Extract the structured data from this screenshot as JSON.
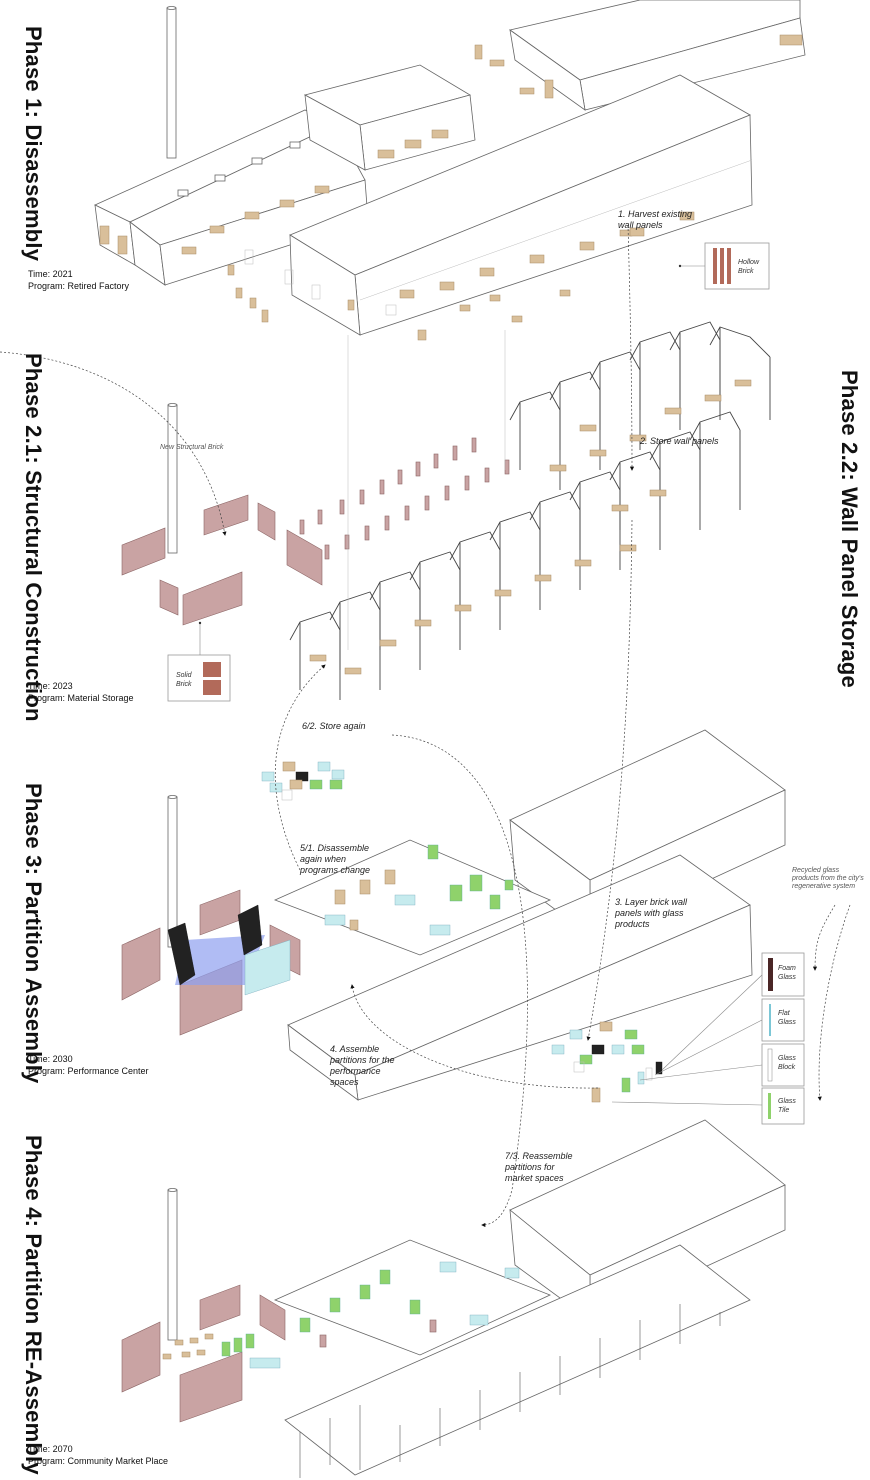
{
  "phases": [
    {
      "title": "Phase 1: Disassembly",
      "time": "Time: 2021",
      "program": "Program: Retired Factory"
    },
    {
      "title": "Phase 2.1: Structural Construction",
      "time": "Time: 2023",
      "program": "Program: Material Storage"
    },
    {
      "title": "Phase 2.2: Wall Panel Storage"
    },
    {
      "title": "Phase 3: Partition Assembly",
      "time": "Time: 2030",
      "program": "Program: Performance Center"
    },
    {
      "title": "Phase 4: Partition RE-Assembly",
      "time": "Time: 2070",
      "program": "Program: Community Market Place"
    }
  ],
  "annotations": {
    "step1": "1. Harvest existing wall panels",
    "step2": "2. Store wall panels",
    "step3": "3. Layer brick wall panels with glass products",
    "step4": "4. Assemble partitions for the performance spaces",
    "step5": "5/1. Disassemble again when programs change",
    "step6": "6/2. Store again",
    "step7": "7/3. Reassemble partitions for market spaces",
    "new_brick": "New Structural Brick",
    "recycled_glass": "Recycled glass products from the city's regenerative system"
  },
  "legend": {
    "hollow_brick": "Hollow Brick",
    "solid_brick": "Solid Brick",
    "foam_glass": "Foam Glass",
    "flat_glass": "Flat Glass",
    "glass_block": "Glass Block",
    "glass_tile": "Glass Tile"
  },
  "colors": {
    "wood_panel": "#d9bf9a",
    "brick": "#c9a3a3",
    "brick_dark": "#b26a5a",
    "glass_cyan": "#c6ebee",
    "glass_green": "#8fd26b",
    "foam_black": "#222222",
    "blue_glass": "#8f9ff0",
    "line": "#6e6e6e"
  }
}
